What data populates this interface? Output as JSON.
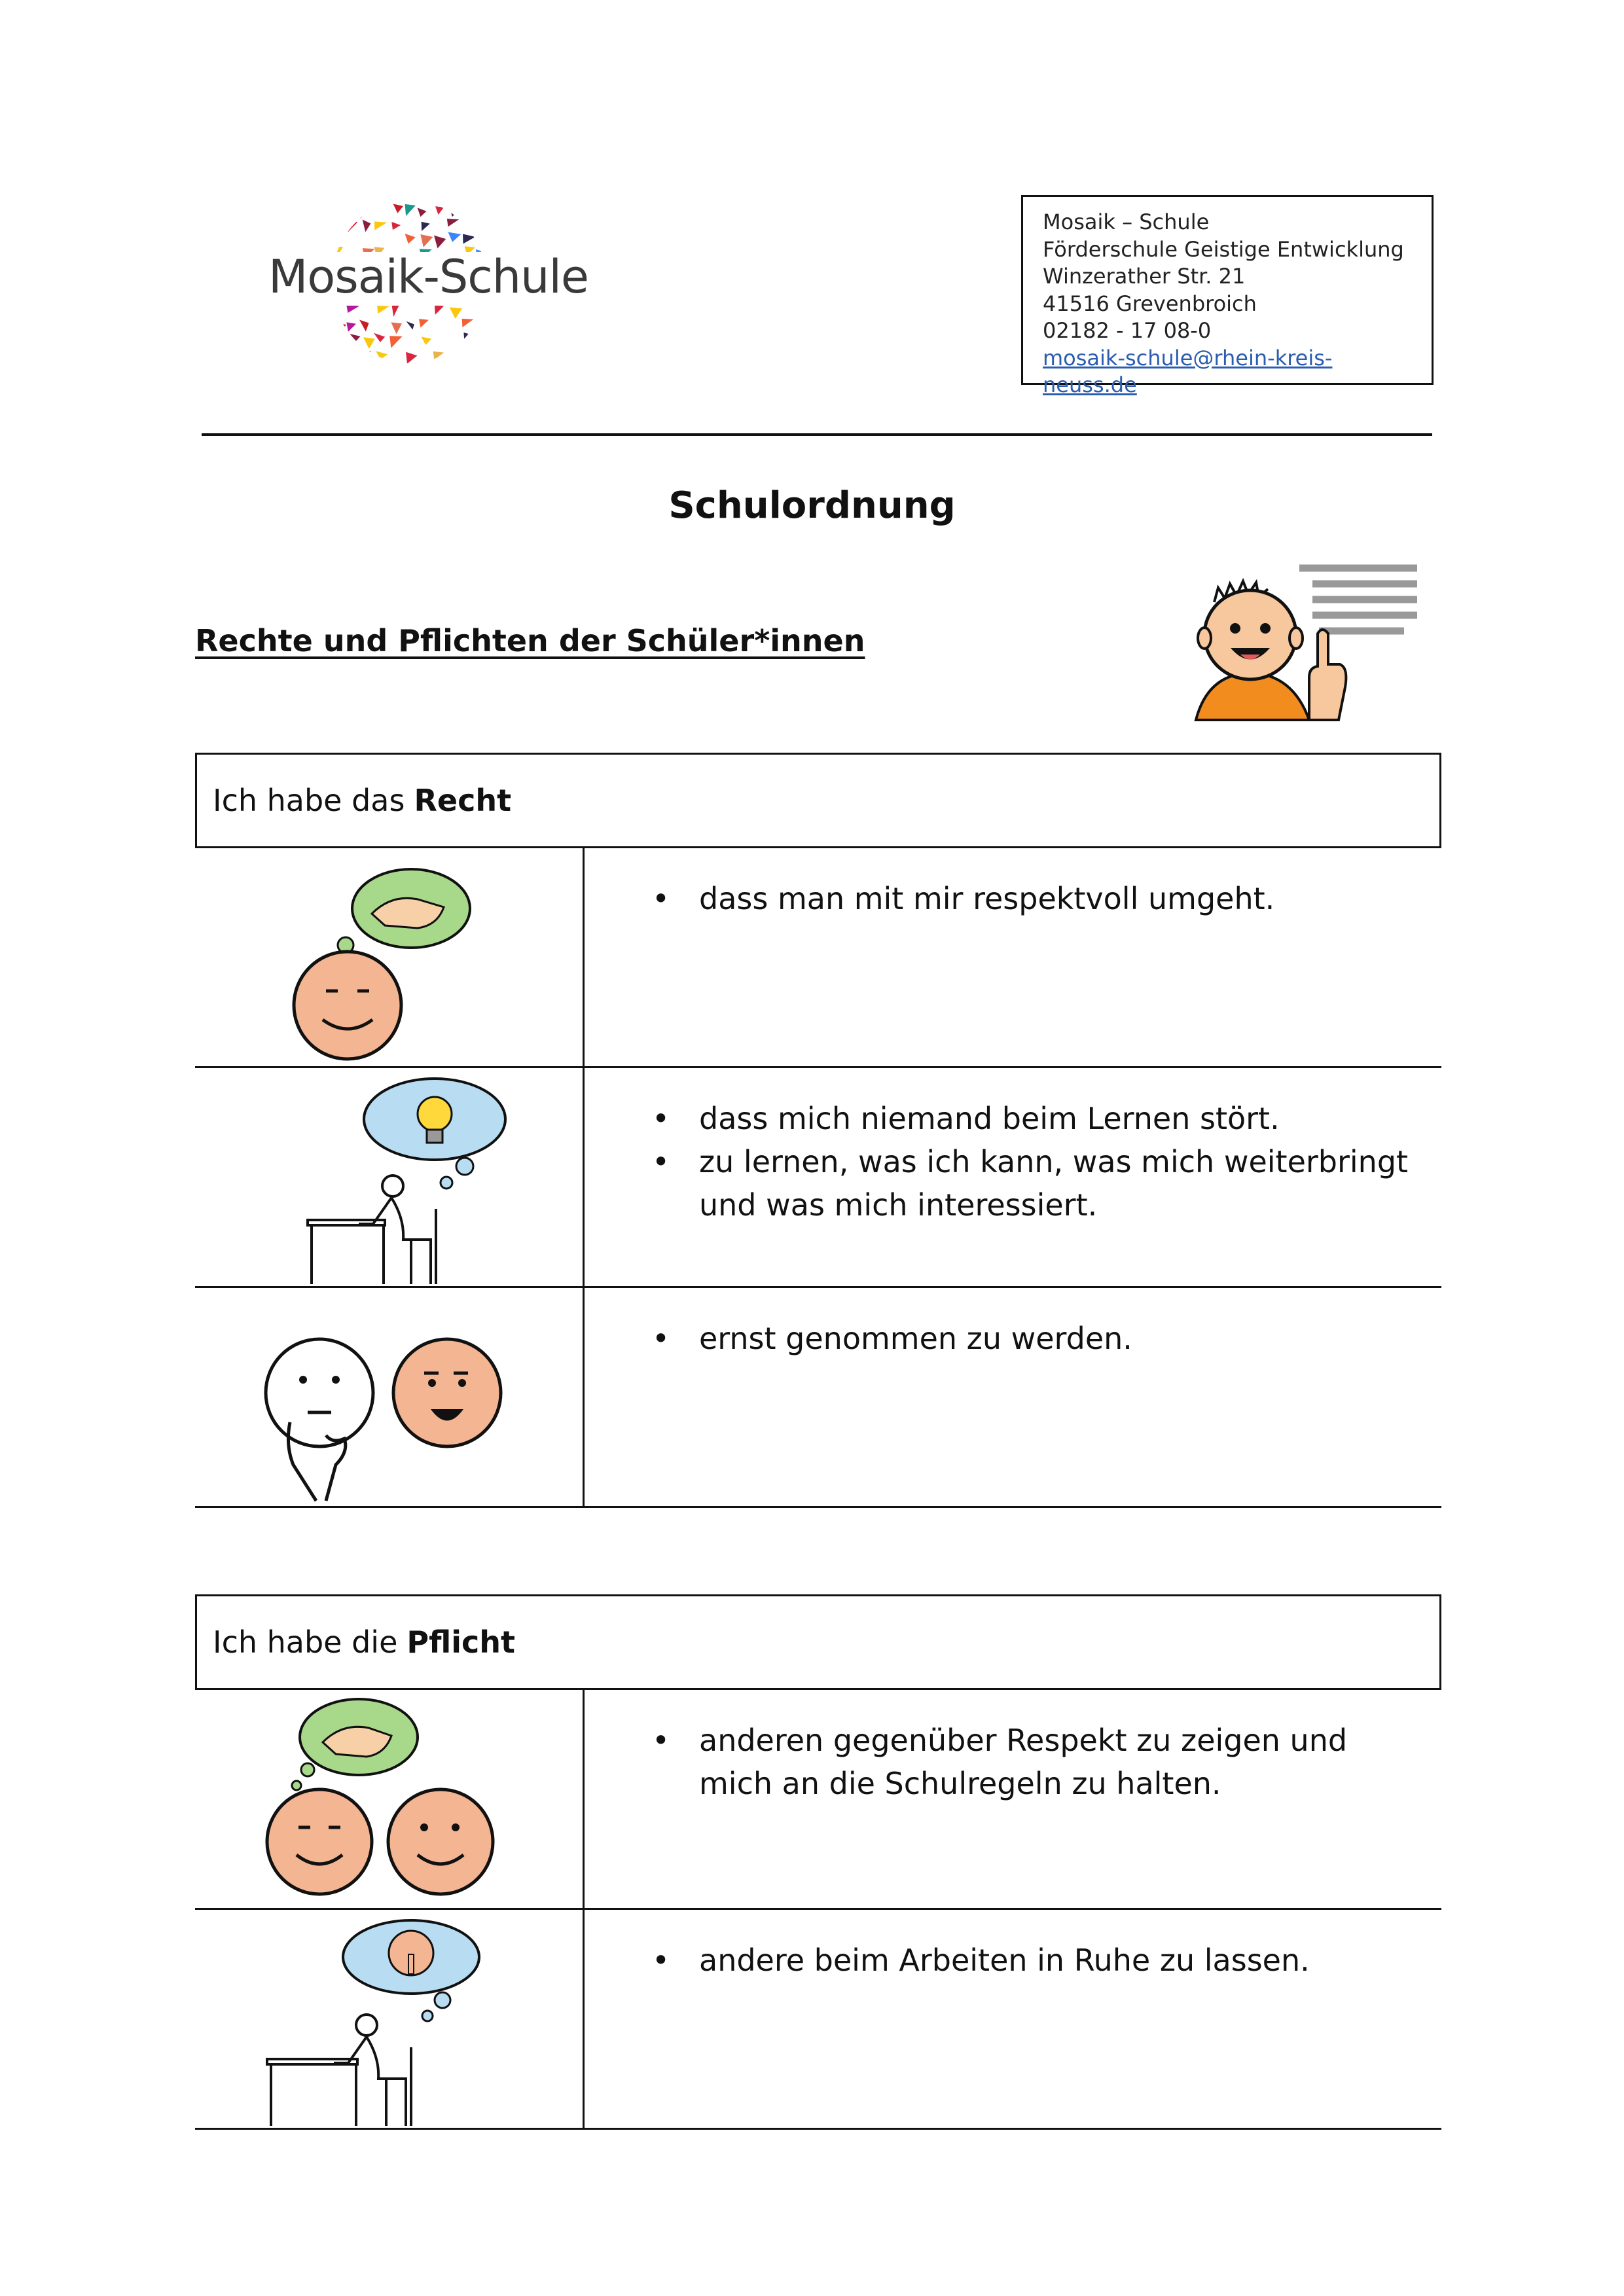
{
  "logo": {
    "text": "Mosaik-Schule"
  },
  "address": {
    "line1": "Mosaik – Schule",
    "line2": "Förderschule Geistige Entwicklung",
    "line3": "Winzerather Str. 21",
    "line4": "41516 Grevenbroich",
    "phone": "02182 - 17 08-0",
    "email": "mosaik-schule@rhein-kreis-neuss.de"
  },
  "title": "Schulordnung",
  "section_heading": "Rechte und Pflichten der Schüler*innen",
  "rights": {
    "lead": "Ich habe das",
    "keyword": "Recht",
    "rows": [
      {
        "items": [
          "dass man mit mir respektvoll umgeht."
        ]
      },
      {
        "items": [
          "dass mich niemand beim Lernen stört.",
          "zu lernen, was ich kann, was mich weiterbringt und was mich interessiert."
        ]
      },
      {
        "items": [
          "ernst genommen zu werden."
        ]
      }
    ]
  },
  "duties": {
    "lead": "Ich habe die",
    "keyword": "Pflicht",
    "rows": [
      {
        "items": [
          "anderen gegenüber Respekt zu zeigen und mich an die Schulregeln zu halten."
        ]
      },
      {
        "items": [
          "andere beim Arbeiten in Ruhe zu lassen."
        ]
      }
    ]
  },
  "icons": {
    "speaker": "person-pointing-icon",
    "handshake": "handshake-thought-icon",
    "learning": "learning-idea-icon",
    "thinking": "thinking-faces-icon",
    "respect": "two-faces-handshake-icon",
    "quiet": "quiet-working-icon"
  }
}
